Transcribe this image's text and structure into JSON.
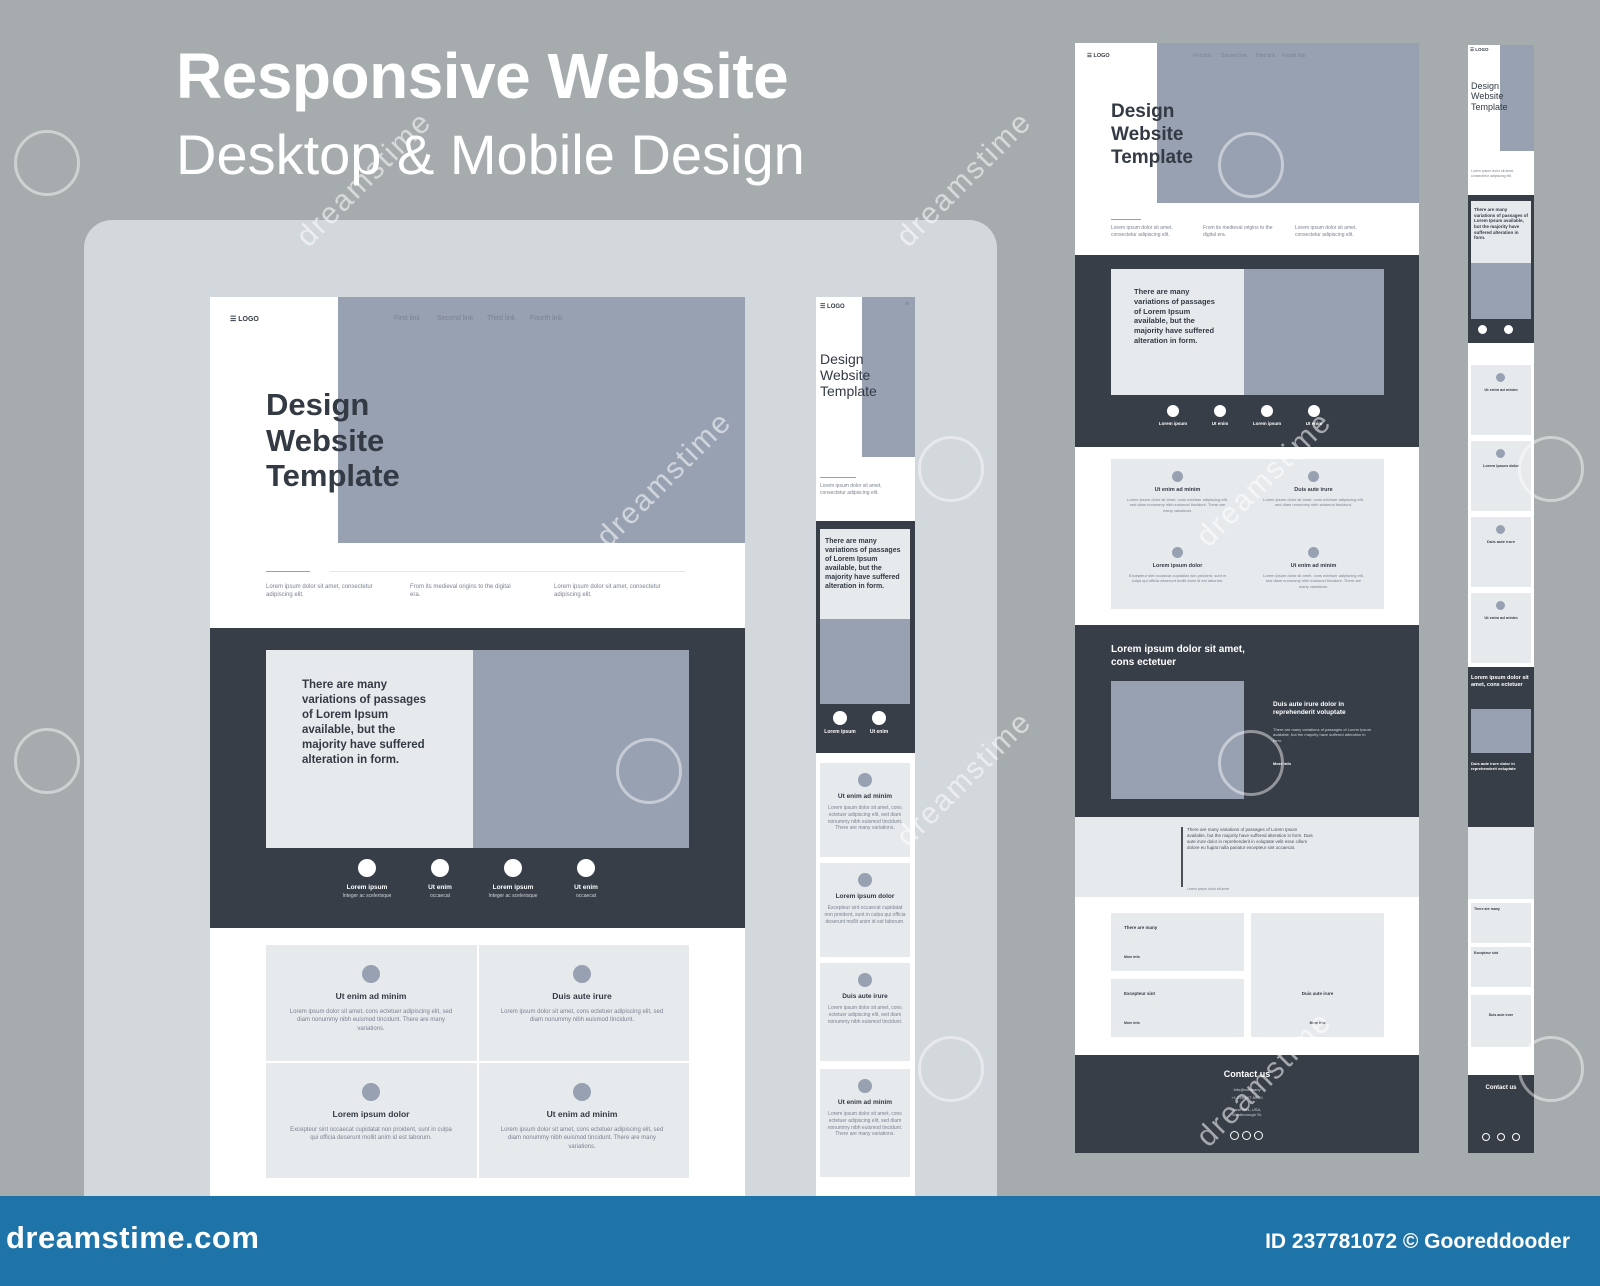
{
  "heading": {
    "title": "Responsive Website",
    "subtitle": "Desktop & Mobile Design"
  },
  "nav": {
    "logo": "LOGO",
    "links": [
      "First link",
      "Second link",
      "Third link",
      "Fourth link"
    ]
  },
  "hero": {
    "title_lines": [
      "Design",
      "Website",
      "Template"
    ]
  },
  "intro_columns": [
    "Lorem ipsum dolor sit amet, consectetur adipiscing elit.",
    "From its medieval origins to the digital era.",
    "Lorem ipsum dolor sit amet, consectetur adipiscing elit."
  ],
  "feature": {
    "text": "There are many variations of passages of Lorem Ipsum available, but the majority have suffered alteration in form."
  },
  "icons": [
    {
      "label": "Lorem ipsum",
      "sub": "Integer ac scelerisque"
    },
    {
      "label": "Ut enim",
      "sub": "occaecat"
    },
    {
      "label": "Lorem ipsum",
      "sub": "Integer ac scelerisque"
    },
    {
      "label": "Ut enim",
      "sub": "occaecat"
    }
  ],
  "cards": [
    {
      "title": "Ut enim ad minim",
      "text": "Lorem ipsum dolor sit amet, cons ectetuer adipiscing elit, sed diam nonummy nibh euismod tincidunt. There are many variations."
    },
    {
      "title": "Duis aute irure",
      "text": "Lorem ipsum dolor sit amet, cons ectetuer adipiscing elit, sed diam nonummy nibh euismod tincidunt."
    },
    {
      "title": "Lorem ipsum dolor",
      "text": "Excepteur sint occaecat cupidatat non proident, sunt in culpa qui officia deserunt mollit anim id est laborum."
    },
    {
      "title": "Ut enim ad minim",
      "text": "Lorem ipsum dolor sit amet, cons ectetuer adipiscing elit, sed diam nonummy nibh euismod tincidunt. There are many variations."
    }
  ],
  "article": {
    "heading": "Lorem ipsum dolor sit amet, cons ectetuer",
    "subheading": "Duis aute irure dolor in reprehenderit voluptate",
    "text": "There are many variations of passages of Lorem Ipsum available, but the majority have suffered alteration in form.",
    "more": "More info"
  },
  "quote": {
    "text": "There are many variations of passages of Lorem Ipsum available, but the majority have suffered alteration in form. Duis aute irure dolor in reprehenderit in voluptate velit esse cillum dolore eu fugiat nulla pariatur excepteur sint occaecat.",
    "link": "Lorem ipsum dolor sit amet"
  },
  "small_cards": [
    {
      "title": "There are many",
      "more": "More info"
    },
    {
      "title": "Excepteur sint",
      "more": "More info"
    },
    {
      "title": "Duis aute irure",
      "more": "More info"
    }
  ],
  "contact": {
    "title": "Contact us",
    "lines": [
      "Info@company",
      "+1 234 567 89 90",
      "New York, USA, Westborough St."
    ]
  },
  "watermark": {
    "text": "dreamstime",
    "site": "dreamstime.com",
    "id_line": "ID 237781072 © Gooreddooder"
  }
}
